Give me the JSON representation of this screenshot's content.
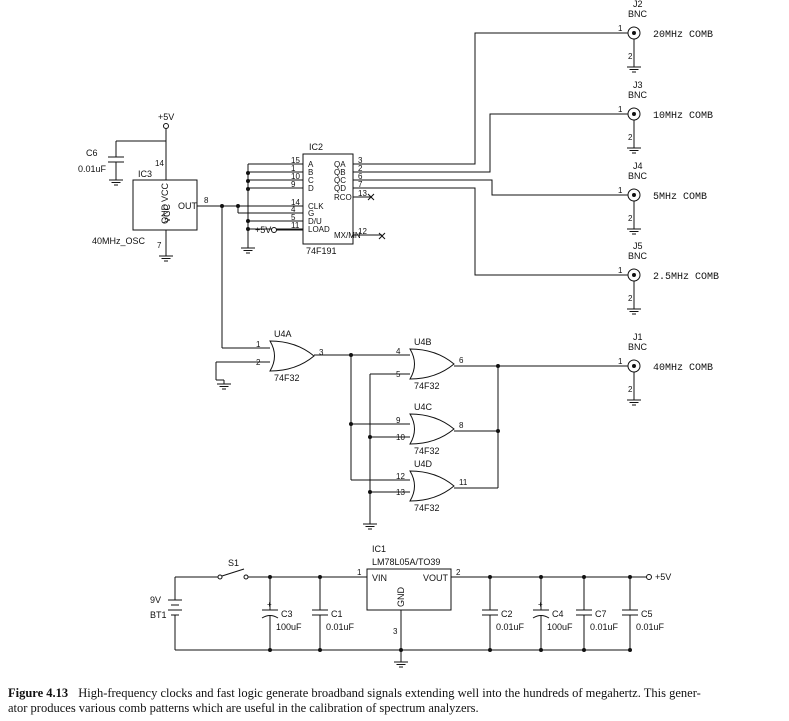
{
  "supply": {
    "vcc": "+5V"
  },
  "oscillator": {
    "ref": "IC3",
    "part": "40MHz_OSC",
    "pin_vcc_label": "VCC",
    "pin_gnd_label": "GND",
    "pin_out_label": "OUT",
    "pin_vcc": "14",
    "pin_gnd": "7",
    "pin_out": "8"
  },
  "decoupling_cap": {
    "ref": "C6",
    "value": "0.01uF"
  },
  "counter": {
    "ref": "IC2",
    "part": "74F191",
    "inputs": [
      {
        "pin": "15",
        "name": "A"
      },
      {
        "pin": "1",
        "name": "B"
      },
      {
        "pin": "10",
        "name": "C"
      },
      {
        "pin": "9",
        "name": "D"
      },
      {
        "pin": "14",
        "name": "CLK"
      },
      {
        "pin": "4",
        "name": "G"
      },
      {
        "pin": "5",
        "name": "D/U"
      },
      {
        "pin": "11",
        "name": "LOAD"
      }
    ],
    "outputs": [
      {
        "pin": "3",
        "name": "QA"
      },
      {
        "pin": "2",
        "name": "QB"
      },
      {
        "pin": "6",
        "name": "QC"
      },
      {
        "pin": "7",
        "name": "QD"
      },
      {
        "pin": "13",
        "name": "RCO"
      },
      {
        "pin": "12",
        "name": "MX/MN"
      }
    ]
  },
  "connectors": [
    {
      "ref": "J2",
      "type": "BNC",
      "label": "20MHz COMB",
      "pin_sig": "1",
      "pin_gnd": "2"
    },
    {
      "ref": "J3",
      "type": "BNC",
      "label": "10MHz COMB",
      "pin_sig": "1",
      "pin_gnd": "2"
    },
    {
      "ref": "J4",
      "type": "BNC",
      "label": "5MHz COMB",
      "pin_sig": "1",
      "pin_gnd": "2"
    },
    {
      "ref": "J5",
      "type": "BNC",
      "label": "2.5MHz COMB",
      "pin_sig": "1",
      "pin_gnd": "2"
    },
    {
      "ref": "J1",
      "type": "BNC",
      "label": "40MHz COMB",
      "pin_sig": "1",
      "pin_gnd": "2"
    }
  ],
  "gates": [
    {
      "ref": "U4A",
      "part": "74F32",
      "in1": "1",
      "in2": "2",
      "out": "3"
    },
    {
      "ref": "U4B",
      "part": "74F32",
      "in1": "4",
      "in2": "5",
      "out": "6"
    },
    {
      "ref": "U4C",
      "part": "74F32",
      "in1": "9",
      "in2": "10",
      "out": "8"
    },
    {
      "ref": "U4D",
      "part": "74F32",
      "in1": "12",
      "in2": "13",
      "out": "11"
    }
  ],
  "regulator": {
    "ref": "IC1",
    "part": "LM78L05A/TO39",
    "vin": "VIN",
    "vout": "VOUT",
    "gnd": "GND",
    "pin_vin": "1",
    "pin_vout": "2",
    "pin_gnd": "3"
  },
  "battery": {
    "ref": "BT1",
    "value": "9V"
  },
  "switch": {
    "ref": "S1"
  },
  "capacitors": [
    {
      "ref": "C3",
      "value": "100uF",
      "polarized": true
    },
    {
      "ref": "C1",
      "value": "0.01uF",
      "polarized": false
    },
    {
      "ref": "C2",
      "value": "0.01uF",
      "polarized": false
    },
    {
      "ref": "C4",
      "value": "100uF",
      "polarized": true
    },
    {
      "ref": "C7",
      "value": "0.01uF",
      "polarized": false
    },
    {
      "ref": "C5",
      "value": "0.01uF",
      "polarized": false
    }
  ],
  "caption": {
    "figure": "Figure 4.13",
    "line1": "High-frequency clocks and fast logic generate broadband signals extending well into the hundreds of megahertz. This gener-",
    "line2": "ator produces various comb patterns which are useful in the calibration of spectrum analyzers."
  }
}
